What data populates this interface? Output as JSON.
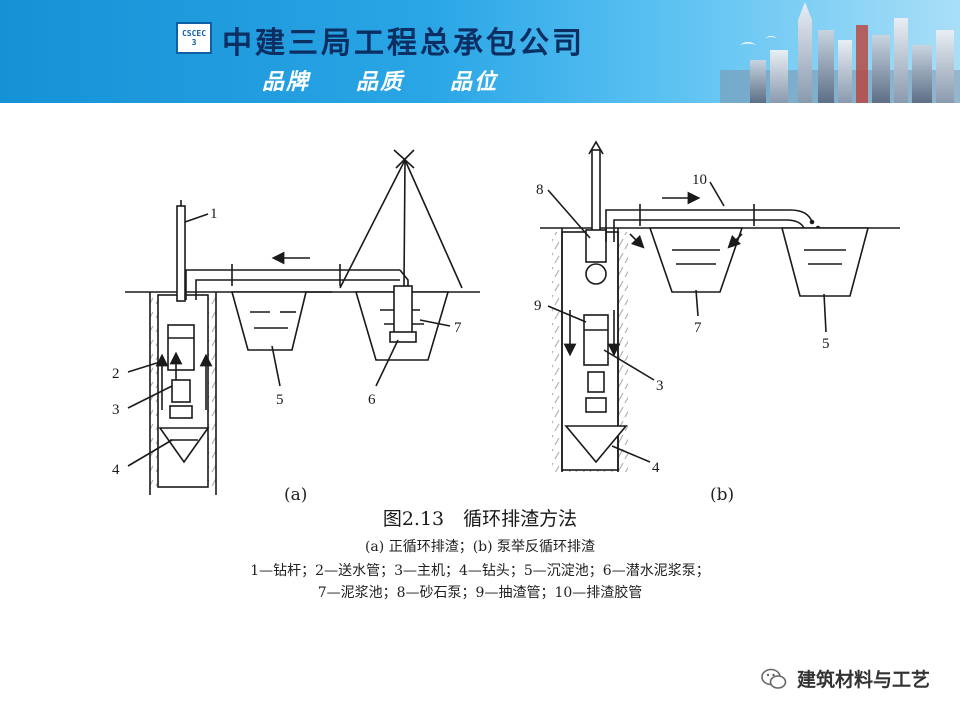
{
  "header": {
    "logo_text": "CSCEC\n3",
    "company_name": "中建三局工程总承包公司",
    "slogans": [
      "品牌",
      "品质",
      "品位"
    ]
  },
  "figure": {
    "sub_label_a": "(a)",
    "sub_label_b": "(b)",
    "title": "图2.13　循环排渣方法",
    "caption_1": "(a) 正循环排渣；(b) 泵举反循环排渣",
    "caption_2": "1—钻杆；2—送水管；3—主机；4—钻头；5—沉淀池；6—潜水泥浆泵；",
    "caption_3": "7—泥浆池；8—砂石泵；9—抽渣管；10—排渣胶管",
    "callouts_a": [
      "1",
      "2",
      "3",
      "4",
      "5",
      "6",
      "7"
    ],
    "callouts_b": [
      "8",
      "10",
      "9",
      "3",
      "7",
      "5",
      "4"
    ]
  },
  "watermark": {
    "text": "建筑材料与工艺",
    "icon": "wechat-icon"
  },
  "colors": {
    "header_blue": "#1591d6",
    "company_text": "#0b2f63",
    "line": "#1a1a1a"
  }
}
